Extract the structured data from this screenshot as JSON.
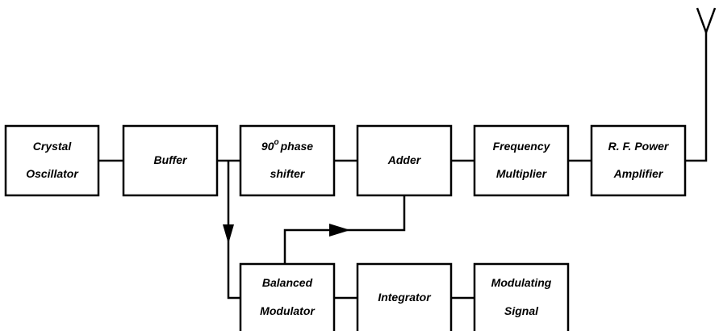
{
  "blocks": {
    "crystal_oscillator": {
      "line1": "Crystal",
      "line2": "Oscillator"
    },
    "buffer": {
      "line1": "Buffer"
    },
    "phase_shifter": {
      "line1_num": "90",
      "line1_sup": "o",
      "line1_rest": "phase",
      "line2": "shifter"
    },
    "adder": {
      "line1": "Adder"
    },
    "frequency_multiplier": {
      "line1": "Frequency",
      "line2": "Multiplier"
    },
    "rf_power_amplifier": {
      "line1": "R. F. Power",
      "line2": "Amplifier"
    },
    "balanced_modulator": {
      "line1": "Balanced",
      "line2": "Modulator"
    },
    "integrator": {
      "line1": "Integrator"
    },
    "modulating_signal": {
      "line1": "Modulating",
      "line2": "Signal"
    }
  },
  "colors": {
    "stroke": "#000000",
    "background": "#ffffff"
  },
  "icons": {
    "antenna": "antenna-icon"
  }
}
